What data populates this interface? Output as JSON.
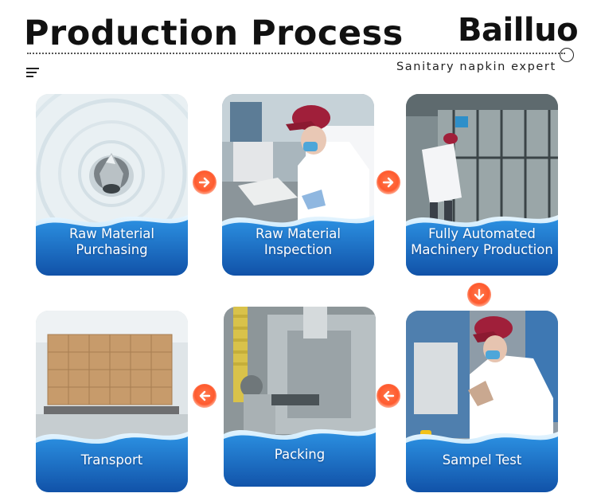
{
  "header": {
    "title": "Production Process",
    "logo_text": "Bailluo",
    "tagline": "Sanitary napkin expert"
  },
  "steps": [
    {
      "label_line1": "Raw Material",
      "label_line2": "Purchasing"
    },
    {
      "label_line1": "Raw Material",
      "label_line2": "Inspection"
    },
    {
      "label_line1": "Fully Automated",
      "label_line2": "Machinery Production"
    },
    {
      "label_line1": "Sampel Test",
      "label_line2": ""
    },
    {
      "label_line1": "Packing",
      "label_line2": ""
    },
    {
      "label_line1": "Transport",
      "label_line2": ""
    }
  ],
  "icons": {
    "menu": "menu-icon",
    "arrow_right": "arrow-right-icon",
    "arrow_down": "arrow-down-icon",
    "arrow_left": "arrow-left-icon"
  },
  "colors": {
    "card_blue_dark": "#1560b8",
    "card_blue_light": "#3aa0ea",
    "arrow_orange": "#ff5a2e"
  }
}
